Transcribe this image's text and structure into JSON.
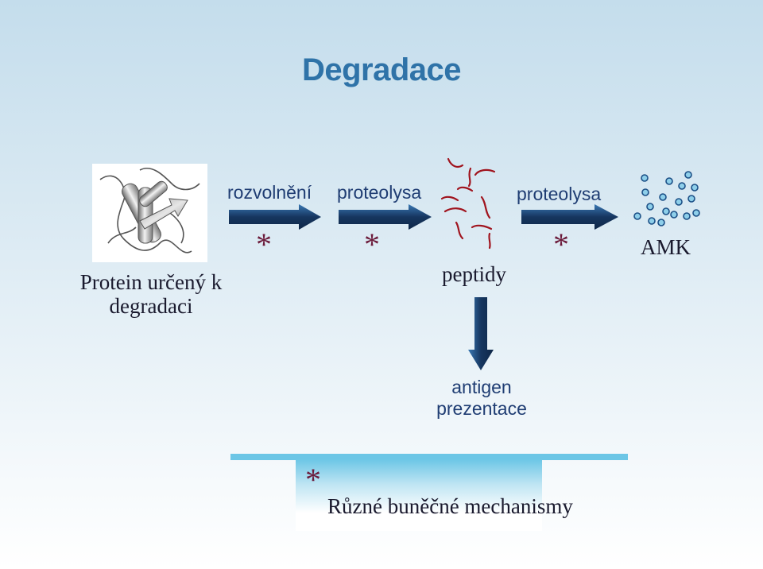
{
  "title": "Degradace",
  "protein_label": [
    "Protein určený k",
    "degradaci"
  ],
  "steps": {
    "unfolding": "rozvolnění",
    "proteolysis_1": "proteolysa",
    "proteolysis_2": "proteolysa"
  },
  "peptides_label": "peptidy",
  "amk_label": "AMK",
  "antigen_label": [
    "antigen",
    "prezentace"
  ],
  "star_symbol": "*",
  "legend_text": "Různé buněčné mechanismy",
  "colors": {
    "title": "#2f73a8",
    "arrow_dark": "#0e2748",
    "arrow_light": "#3a78b4",
    "star": "#6b1a3a",
    "peptide": "#a0141e",
    "dot_fill": "#8ecfea",
    "dot_stroke": "#1b4f86",
    "legend_band": "#6cc6e6"
  }
}
